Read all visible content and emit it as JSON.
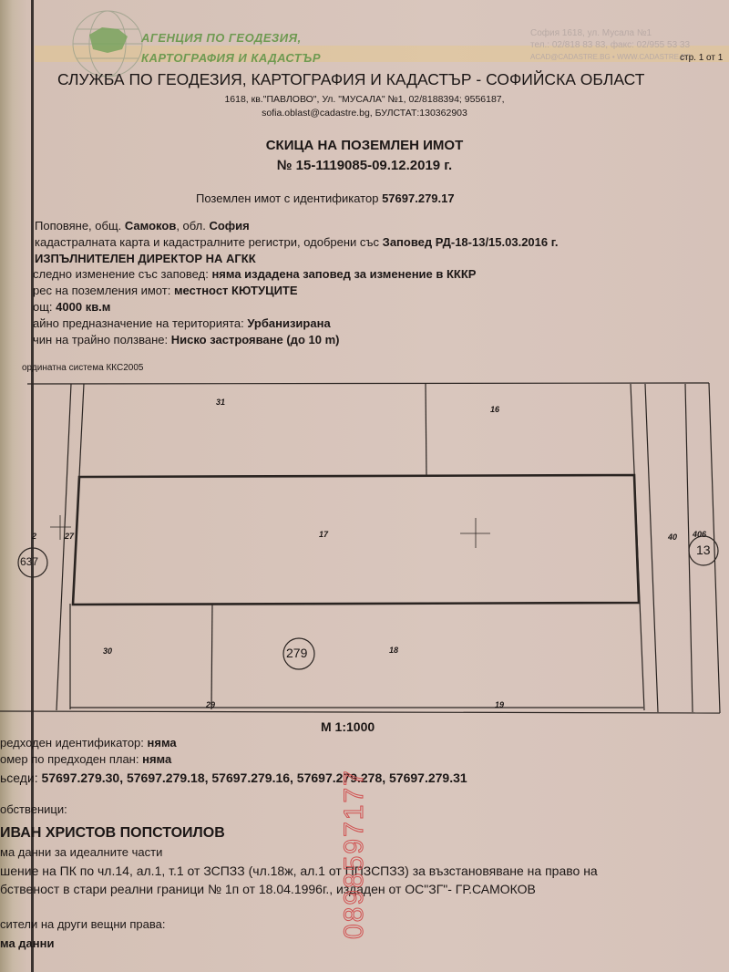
{
  "header": {
    "agency_logo_text": [
      "АГЕНЦИЯ ПО ГЕОДЕЗИЯ,",
      "КАРТОГРАФИЯ И КАДАСТЪР"
    ],
    "contact_lines": [
      "София 1618, ул. Мусала №1",
      "тел.: 02/818 83 83, факс: 02/955 53 33",
      "ACAD@CADASTRE.BG • WWW.CADASTRE.BG"
    ],
    "page_indicator": "стр. 1 от 1",
    "office_title": "СЛУЖБА ПО ГЕОДЕЗИЯ, КАРТОГРАФИЯ И КАДАСТЪР - СОФИЙСКА ОБЛАСТ",
    "address_line1": "1618, кв.\"ПАВЛОВО\", Ул. \"МУСАЛА\" №1, 02/8188394; 9556187,",
    "address_line2": "sofia.oblast@cadastre.bg, БУЛСТАТ:130362903",
    "logo_color": "#6f9a52"
  },
  "document": {
    "title": "СКИЦА НА ПОЗЕМЛЕН ИМОТ",
    "number": "№ 15-1119085-09.12.2019 г.",
    "identifier_label": "Поземлен имот с  идентификатор",
    "identifier_value": "57697.279.17"
  },
  "details": [
    {
      "label": "Поповяне, общ. ",
      "value": "Самоков",
      "label2": ", обл. ",
      "value2": "София"
    },
    {
      "label": "кадастралната карта и кадастралните регистри, одобрени със ",
      "value": "Заповед РД-18-13/15.03.2016 г."
    },
    {
      "label": "",
      "value": "ИЗПЪЛНИТЕЛЕН ДИРЕКТОР НА АГКК"
    },
    {
      "label": "следно изменение със заповед: ",
      "value": "няма издадена заповед за изменение в КККР"
    },
    {
      "label": "рес на поземления имот: ",
      "value": "местност КЮТУЦИТЕ"
    },
    {
      "label": "ощ: ",
      "value": "4000 кв.м"
    },
    {
      "label": "айно предназначение на територията: ",
      "value": "Урбанизирана"
    },
    {
      "label": "чин на трайно ползване: ",
      "value": "Ниско застрояване (до 10 m)"
    }
  ],
  "map": {
    "coordinate_system": "ординатна система ККС2005",
    "parcel_labels": {
      "p31": "31",
      "p16": "16",
      "p17": "17",
      "p2": "2",
      "p27": "27",
      "p40": "40",
      "p406": "406",
      "p30": "30",
      "p18": "18",
      "p29": "29",
      "p19": "19"
    },
    "block_labels": {
      "b637": "637",
      "b279": "279",
      "b13": "13"
    },
    "scale": "М 1:1000"
  },
  "footer": {
    "previous_identifier": {
      "label": "редходен идентификатор: ",
      "value": "няма"
    },
    "previous_plan": {
      "label": "омер по предходен план: ",
      "value": "няма"
    },
    "neighbours": {
      "label": "ьседи: ",
      "value": "57697.279.30, 57697.279.18, 57697.279.16, 57697.279.278, 57697.279.31"
    },
    "owners_label": "обственици:",
    "owner_name": "ИВАН ХРИСТОВ ПОПСТОИЛОВ",
    "owner_share": "ма данни за идеалните части",
    "owner_doc1": "шение на ПК по чл.14, ал.1, т.1 от ЗСПЗЗ (чл.18ж, ал.1 от ППЗСПЗЗ) за възстановяване на право на",
    "owner_doc2": "бственост в стари реални граници № 1п от 18.04.1996г., издаден от ОС\"ЗГ\"- ГР.САМОКОВ",
    "other_rights_label": "сители на други вещни права:",
    "other_rights_value": "ма данни"
  },
  "watermark": "0898597177"
}
